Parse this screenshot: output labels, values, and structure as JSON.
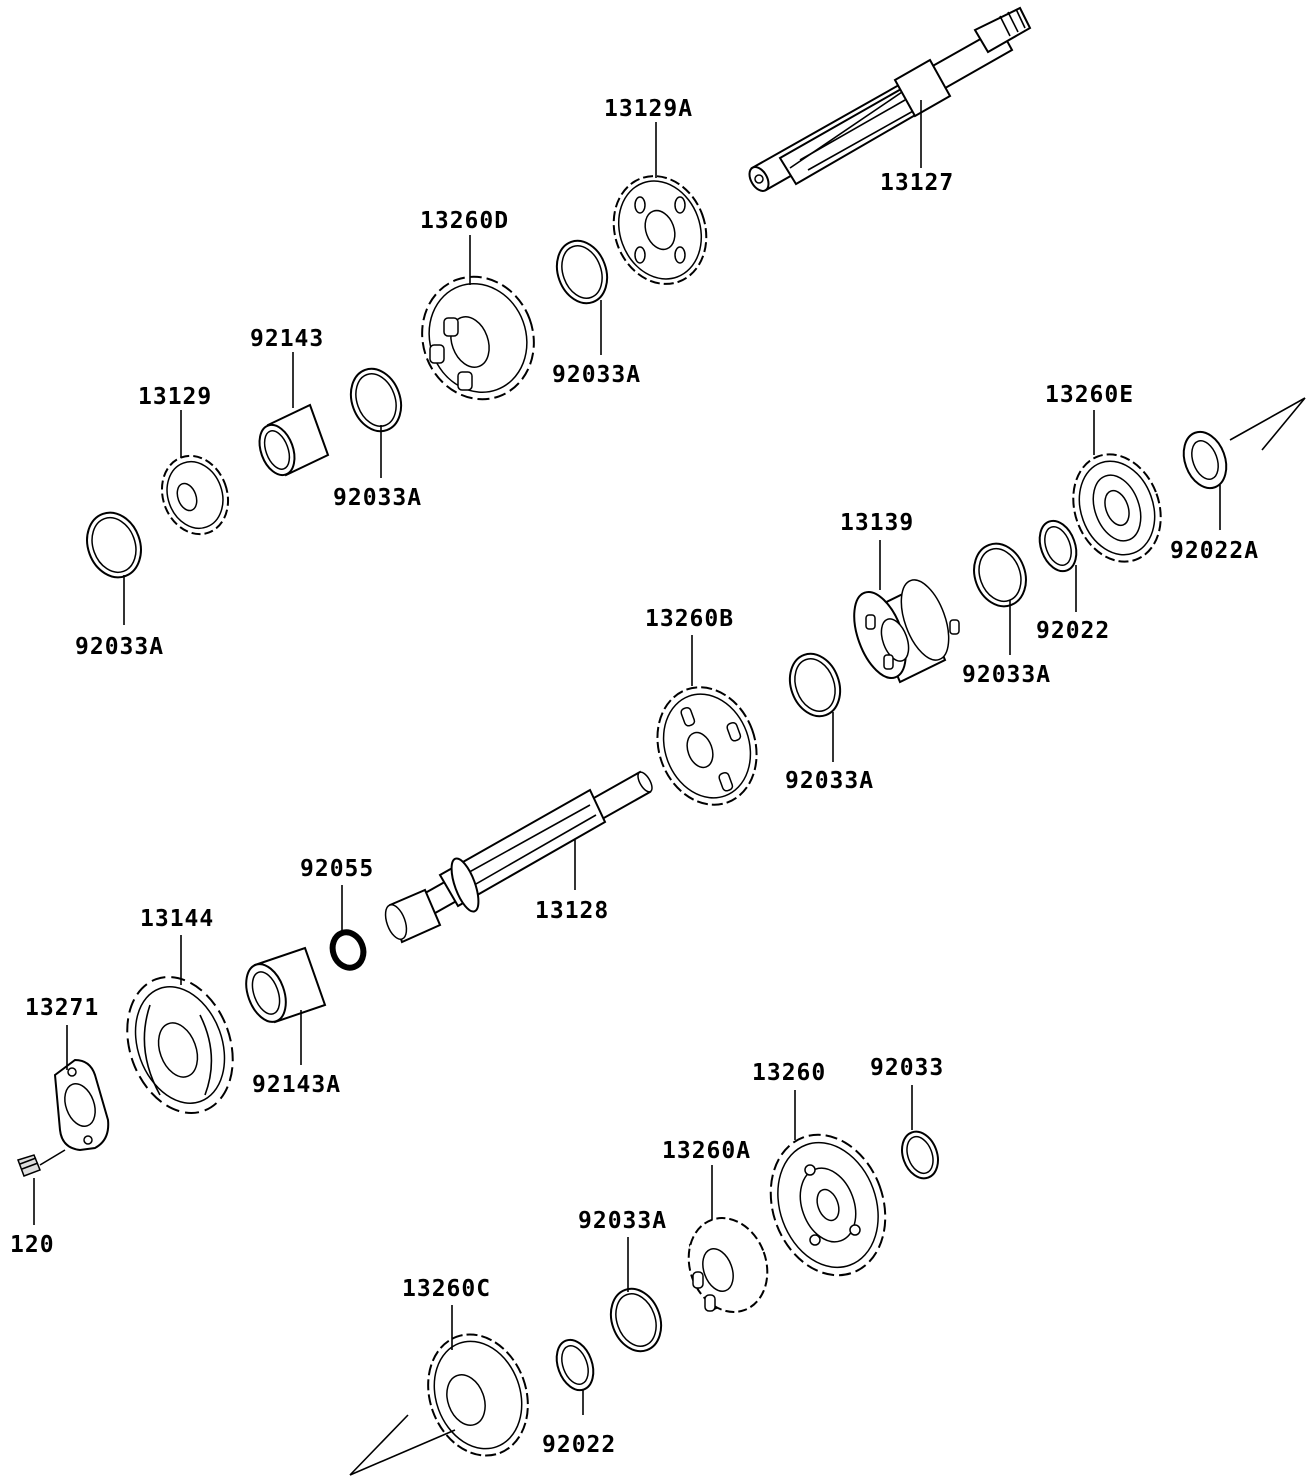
{
  "parts": [
    {
      "id": "p01",
      "number": "13129A"
    },
    {
      "id": "p02",
      "number": "13127"
    },
    {
      "id": "p03",
      "number": "13260D"
    },
    {
      "id": "p04",
      "number": "92033A"
    },
    {
      "id": "p05",
      "number": "92143"
    },
    {
      "id": "p06",
      "number": "13129"
    },
    {
      "id": "p07",
      "number": "92033A"
    },
    {
      "id": "p08",
      "number": "13260E"
    },
    {
      "id": "p09",
      "number": "92022A"
    },
    {
      "id": "p10",
      "number": "13139"
    },
    {
      "id": "p11",
      "number": "92033A"
    },
    {
      "id": "p12",
      "number": "92022"
    },
    {
      "id": "p13",
      "number": "92033A"
    },
    {
      "id": "p14",
      "number": "13260B"
    },
    {
      "id": "p15",
      "number": "92033A"
    },
    {
      "id": "p16",
      "number": "92055"
    },
    {
      "id": "p17",
      "number": "13128"
    },
    {
      "id": "p18",
      "number": "13144"
    },
    {
      "id": "p19",
      "number": "13271"
    },
    {
      "id": "p20",
      "number": "92143A"
    },
    {
      "id": "p21",
      "number": "120"
    },
    {
      "id": "p22",
      "number": "13260"
    },
    {
      "id": "p23",
      "number": "92033"
    },
    {
      "id": "p24",
      "number": "13260A"
    },
    {
      "id": "p25",
      "number": "92033A"
    },
    {
      "id": "p26",
      "number": "13260C"
    },
    {
      "id": "p27",
      "number": "92022"
    }
  ]
}
